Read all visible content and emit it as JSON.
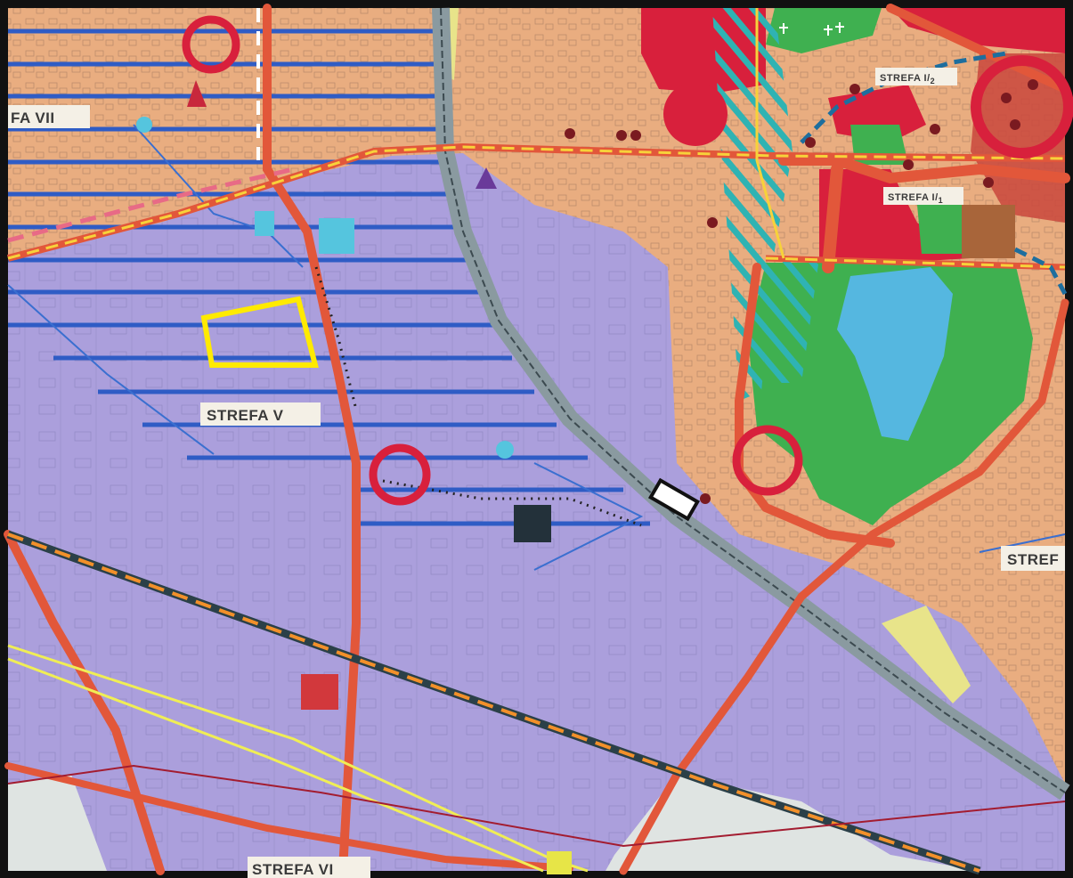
{
  "map": {
    "colors": {
      "frame": "#111111",
      "residential": "#e9ad80",
      "industrial": "#ab9fdc",
      "green": "#3fb050",
      "water": "#55b7e0",
      "service": "#d8203c",
      "main_road": "#e2573a",
      "railway": "#8a9aa0",
      "blue_hatch": "#2f5cc5",
      "teal_hatch": "#2fb3b3",
      "powerline": "#f0ee55",
      "highlight": "#ffea00",
      "boundary_orange": "#f2902a",
      "boundary_dark": "#2b4048",
      "light_grey": "#dfe4e2",
      "light_yellow": "#e8e48a"
    },
    "zones": {
      "strefa_vii": "FA VII",
      "strefa_v": "STREFA V",
      "strefa_vi": "STREFA VI",
      "strefa_i2": "STREFA I/",
      "strefa_i2_sub": "2",
      "strefa_i1": "STREFA I/",
      "strefa_i1_sub": "1",
      "strefa_right": "STREF"
    },
    "symbols": [
      "protection-circle-icon",
      "triangle-marker-icon",
      "cyan-square-icon",
      "dark-square-icon",
      "red-square-icon",
      "yellow-square-icon",
      "station-rectangle-icon",
      "cemetery-cross-icon"
    ]
  }
}
